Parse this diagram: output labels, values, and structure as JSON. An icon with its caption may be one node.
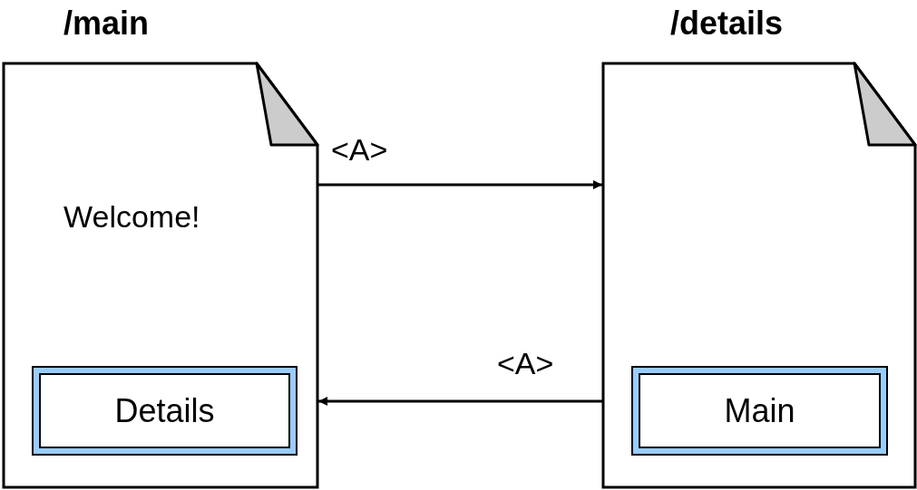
{
  "diagram": {
    "nodes": [
      {
        "text": [
          "/main",
          "Welcome!"
        ]
      },
      {
        "text": [
          "Details"
        ],
        "in": 0
      },
      {
        "text": [
          "/details"
        ]
      },
      {
        "text": [
          "Main"
        ],
        "in": 2
      }
    ],
    "edges": [
      {
        "from": 0,
        "to": 2,
        "arrow": "to",
        "label": "<A>"
      },
      {
        "from": 2,
        "to": 0,
        "arrow": "to",
        "label": "<A>"
      }
    ]
  }
}
